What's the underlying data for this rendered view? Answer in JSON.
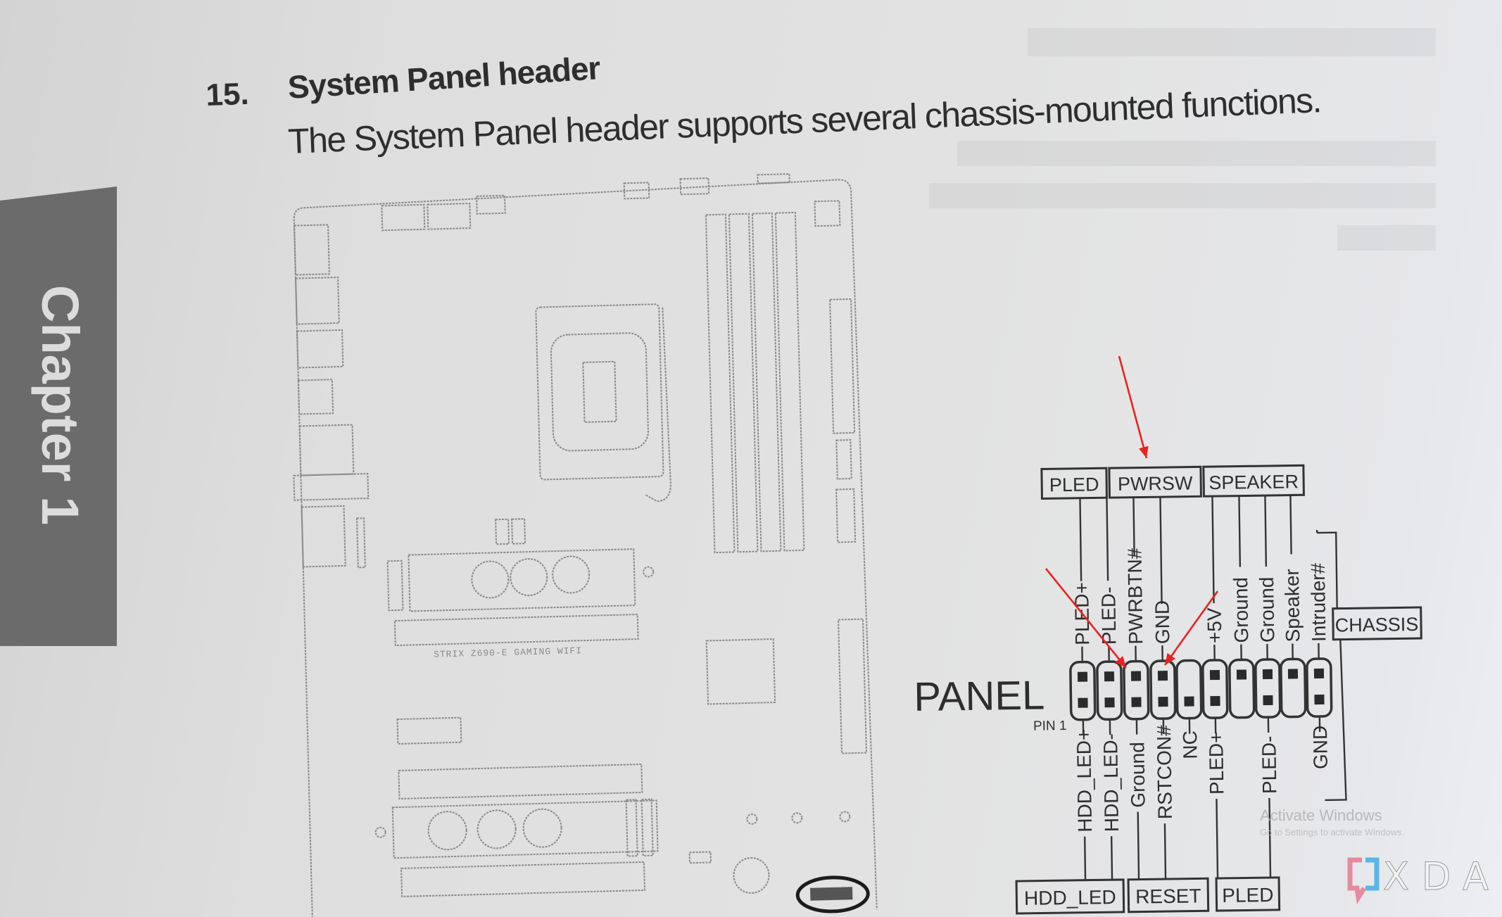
{
  "section": {
    "number": "15.",
    "title": "System Panel header",
    "description": "The System Panel header supports several chassis-mounted functions."
  },
  "chapter_tab": "Chapter 1",
  "motherboard": {
    "model_label": "STRIX Z690-E GAMING WIFI"
  },
  "panel_diagram": {
    "title": "PANEL",
    "pin1_label": "PIN 1",
    "top_groups": [
      "PLED",
      "PWRSW",
      "SPEAKER"
    ],
    "side_group": "CHASSIS",
    "bottom_groups": [
      "HDD_LED",
      "RESET",
      "PLED"
    ],
    "top_pins": [
      "PLED+",
      "PLED-",
      "PWRBTN#",
      "GND",
      "",
      "+5V",
      "Ground",
      "Ground",
      "Speaker",
      "Intruder#"
    ],
    "bottom_pins": [
      "HDD_LED+",
      "HDD_LED-",
      "Ground",
      "RSTCON#",
      "NC",
      "PLED+",
      "",
      "PLED-",
      "",
      "GND"
    ],
    "annotation_color": "#e8231f"
  },
  "watermark": {
    "line1": "Activate Windows",
    "line2": "Go to Settings to activate Windows."
  },
  "logo": {
    "text": "XDA"
  }
}
